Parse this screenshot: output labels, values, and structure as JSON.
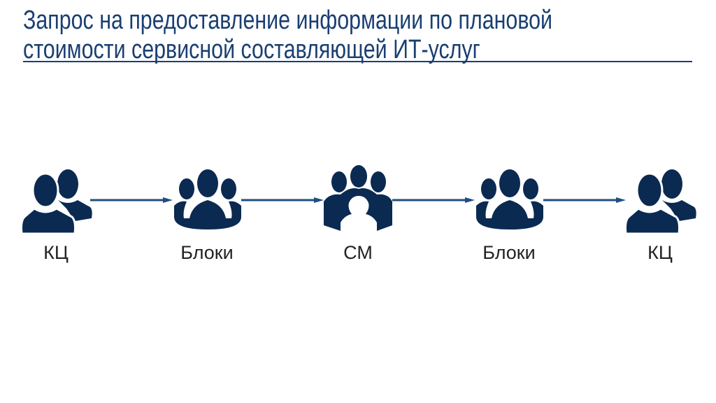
{
  "title": {
    "line1": "Запрос на предоставление информации по плановой",
    "line2": "стоимости сервисной составляющей ИТ-услуг"
  },
  "flow": [
    {
      "label": "КЦ",
      "icon": "two-users-icon"
    },
    {
      "label": "Блоки",
      "icon": "group-icon"
    },
    {
      "label": "СМ",
      "icon": "team-icon"
    },
    {
      "label": "Блоки",
      "icon": "group-icon"
    },
    {
      "label": "КЦ",
      "icon": "two-users-icon"
    }
  ],
  "colors": {
    "icon": "#0b2a52",
    "arrow": "#1f4e7f",
    "title": "#1a3f72"
  }
}
